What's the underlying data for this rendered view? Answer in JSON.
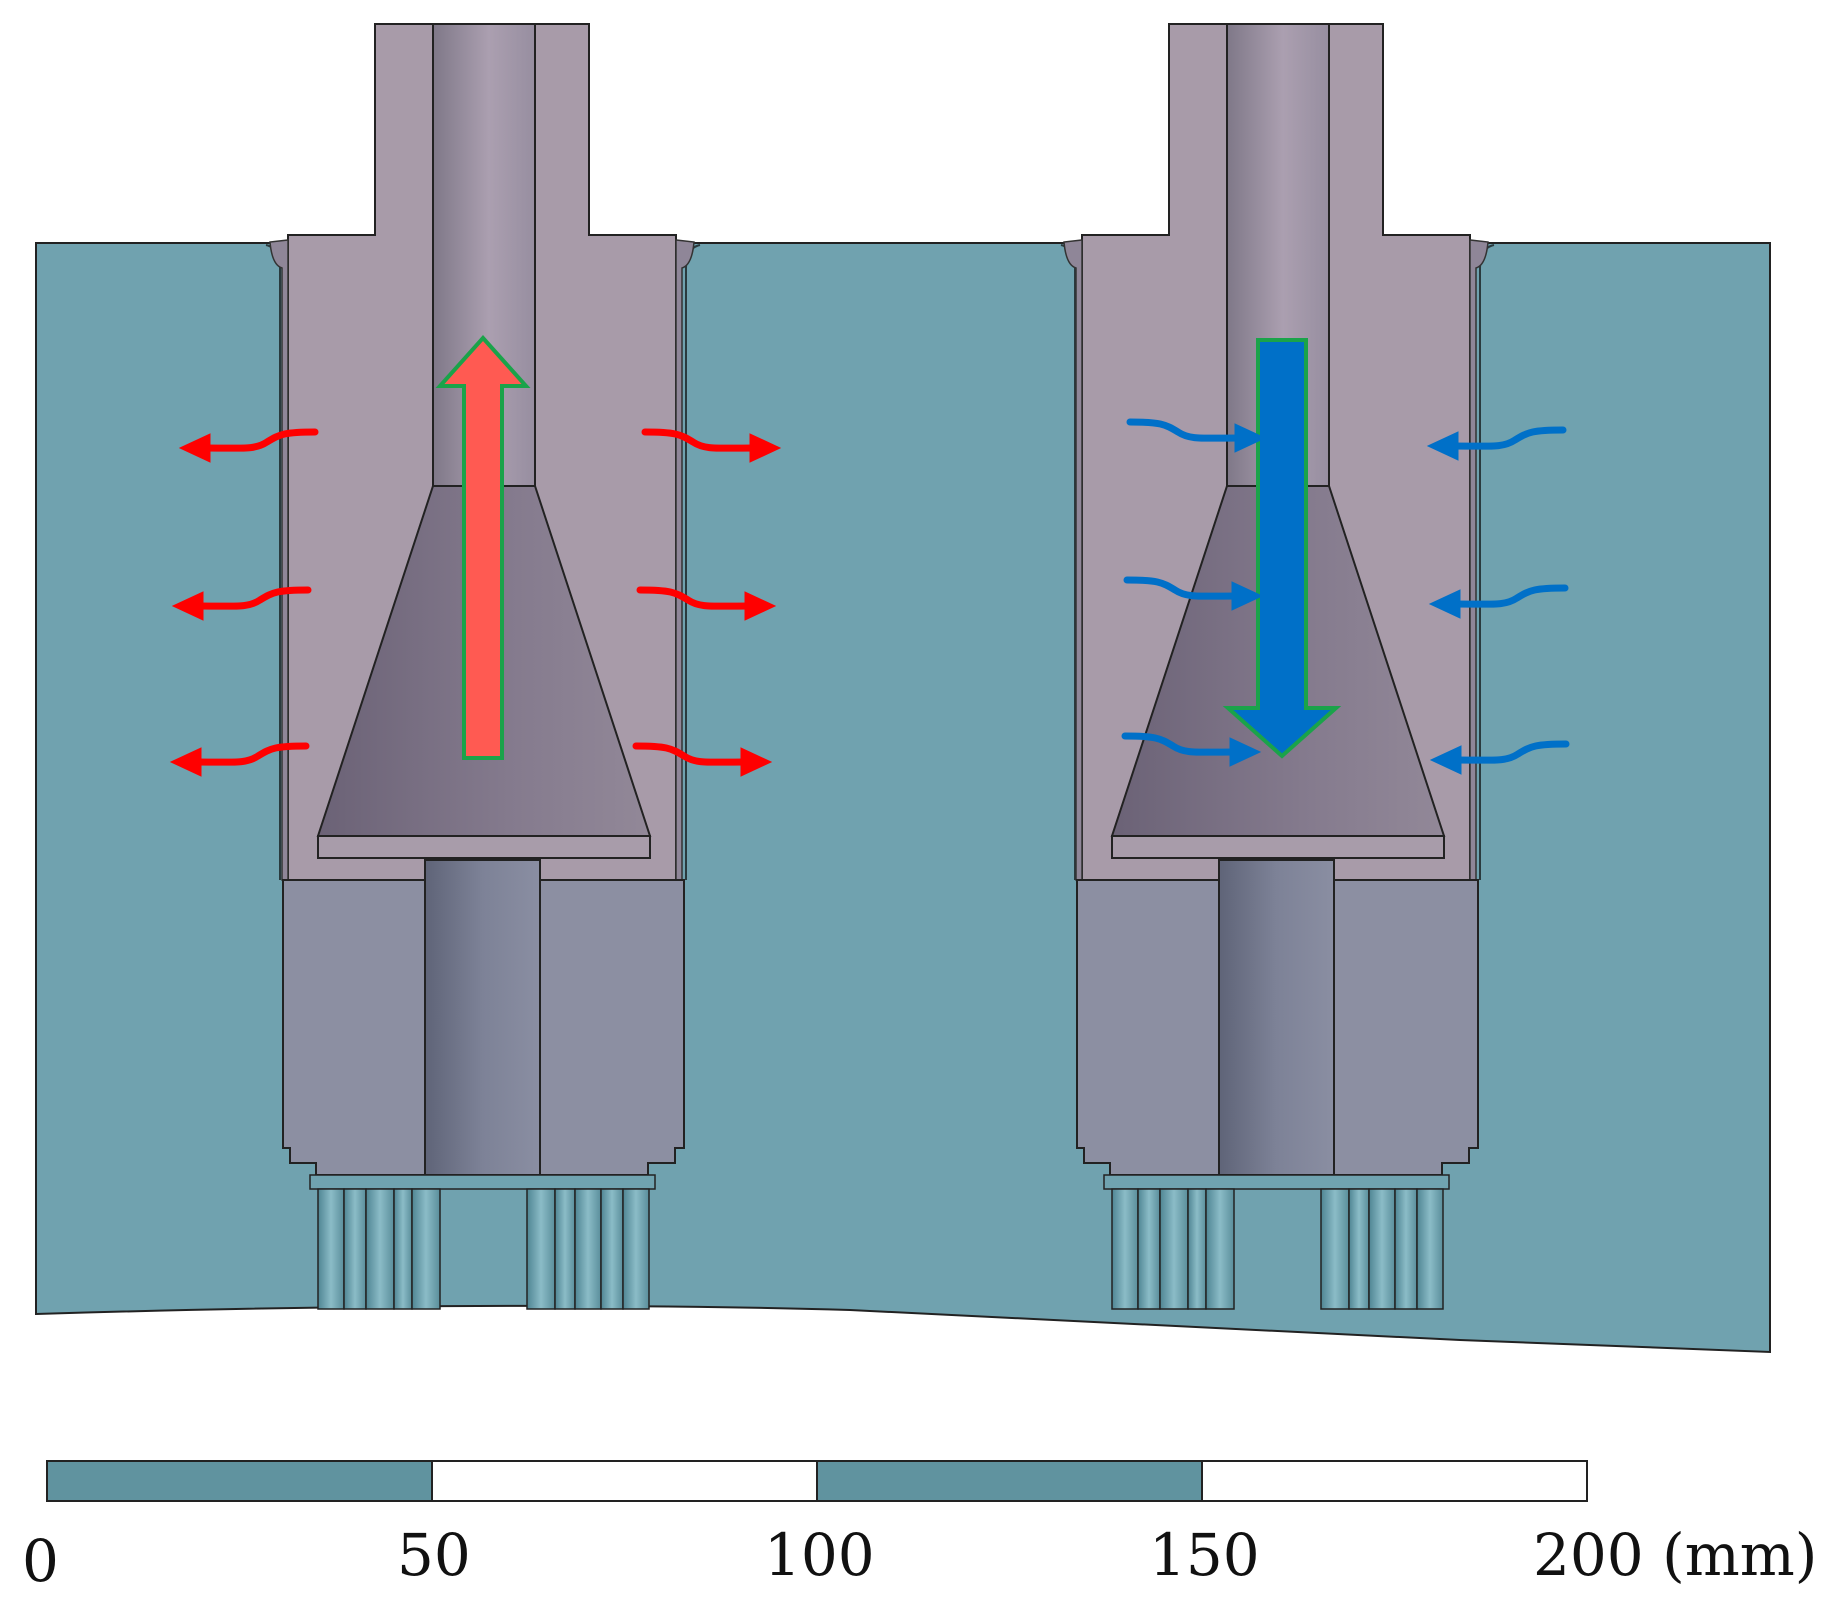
{
  "colors": {
    "matrix": "#70a2af",
    "holder": "#a89ba9",
    "holder_dark": "#8f8698",
    "tube": "#a59aaa",
    "cone_light": "#a296a3",
    "cone_dark": "#6f667a",
    "base": "#8c8fa2",
    "rod": "#73788e",
    "pins": "#6b9fab",
    "heat_out": "#ff0000",
    "heat_out_fill": "#ff5a52",
    "heat_in": "#0070c8",
    "flow_outline": "#1aa34a",
    "scale_fill": "#60939f"
  },
  "icons": {
    "left_unit_flow": "up-arrow-icon",
    "right_unit_flow": "down-arrow-icon",
    "left_unit_side_arrows": "wavy-outward-arrow-icon",
    "right_unit_side_arrows": "wavy-inward-arrow-icon"
  },
  "scale_bar": {
    "ticks": [
      "0",
      "50",
      "100",
      "150",
      "200 (mm)"
    ]
  }
}
